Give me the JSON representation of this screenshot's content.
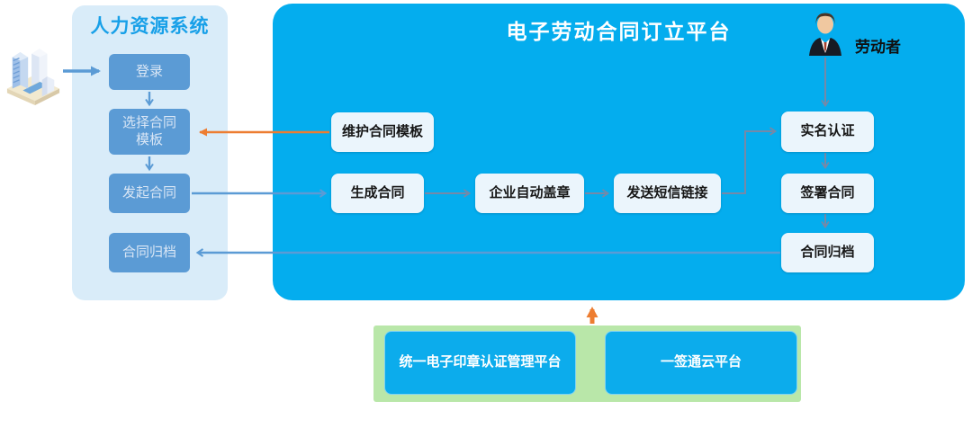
{
  "diagram_title_area": {
    "hr_system_title": "人力资源系统",
    "platform_title": "电子劳动合同订立平台",
    "worker_label": "劳动者"
  },
  "hr_system": {
    "title": "人力资源系统",
    "nodes": [
      {
        "id": "login",
        "label": "登录"
      },
      {
        "id": "select-template",
        "label": "选择合同模板"
      },
      {
        "id": "initiate-contract",
        "label": "发起合同"
      },
      {
        "id": "archive-contract",
        "label": "合同归档"
      }
    ]
  },
  "platform": {
    "title": "电子劳动合同订立平台",
    "actor": {
      "label": "劳动者",
      "icon": "worker-avatar-icon"
    },
    "nodes": [
      {
        "id": "maintain-template",
        "label": "维护合同模板"
      },
      {
        "id": "generate-contract",
        "label": "生成合同"
      },
      {
        "id": "auto-seal",
        "label": "企业自动盖章"
      },
      {
        "id": "send-sms-link",
        "label": "发送短信链接"
      },
      {
        "id": "real-name-auth",
        "label": "实名认证"
      },
      {
        "id": "sign-contract",
        "label": "签署合同"
      },
      {
        "id": "archive-contract",
        "label": "合同归档"
      }
    ]
  },
  "external_platforms": {
    "nodes": [
      {
        "id": "unified-eseal-platform",
        "label": "统一电子印章认证管理平台"
      },
      {
        "id": "yiqiantong-cloud",
        "label": "一签通云平台"
      }
    ]
  },
  "icons": {
    "hr_source": "building-icon",
    "worker": "worker-avatar-icon"
  },
  "colors": {
    "platform_blue": "#04ADEE",
    "hr_panel_light_blue": "#D9ECF9",
    "hr_node_blue": "#5B9BD5",
    "platform_node_light": "#EBF5FC",
    "external_panel_green": "#B9E7A9",
    "external_node_blue": "#0CACEC",
    "arrow_orange": "#ED7D31",
    "arrow_gray": "#7589A8",
    "arrow_blue": "#5B9BD5",
    "hr_title_blue": "#18A0E8"
  }
}
